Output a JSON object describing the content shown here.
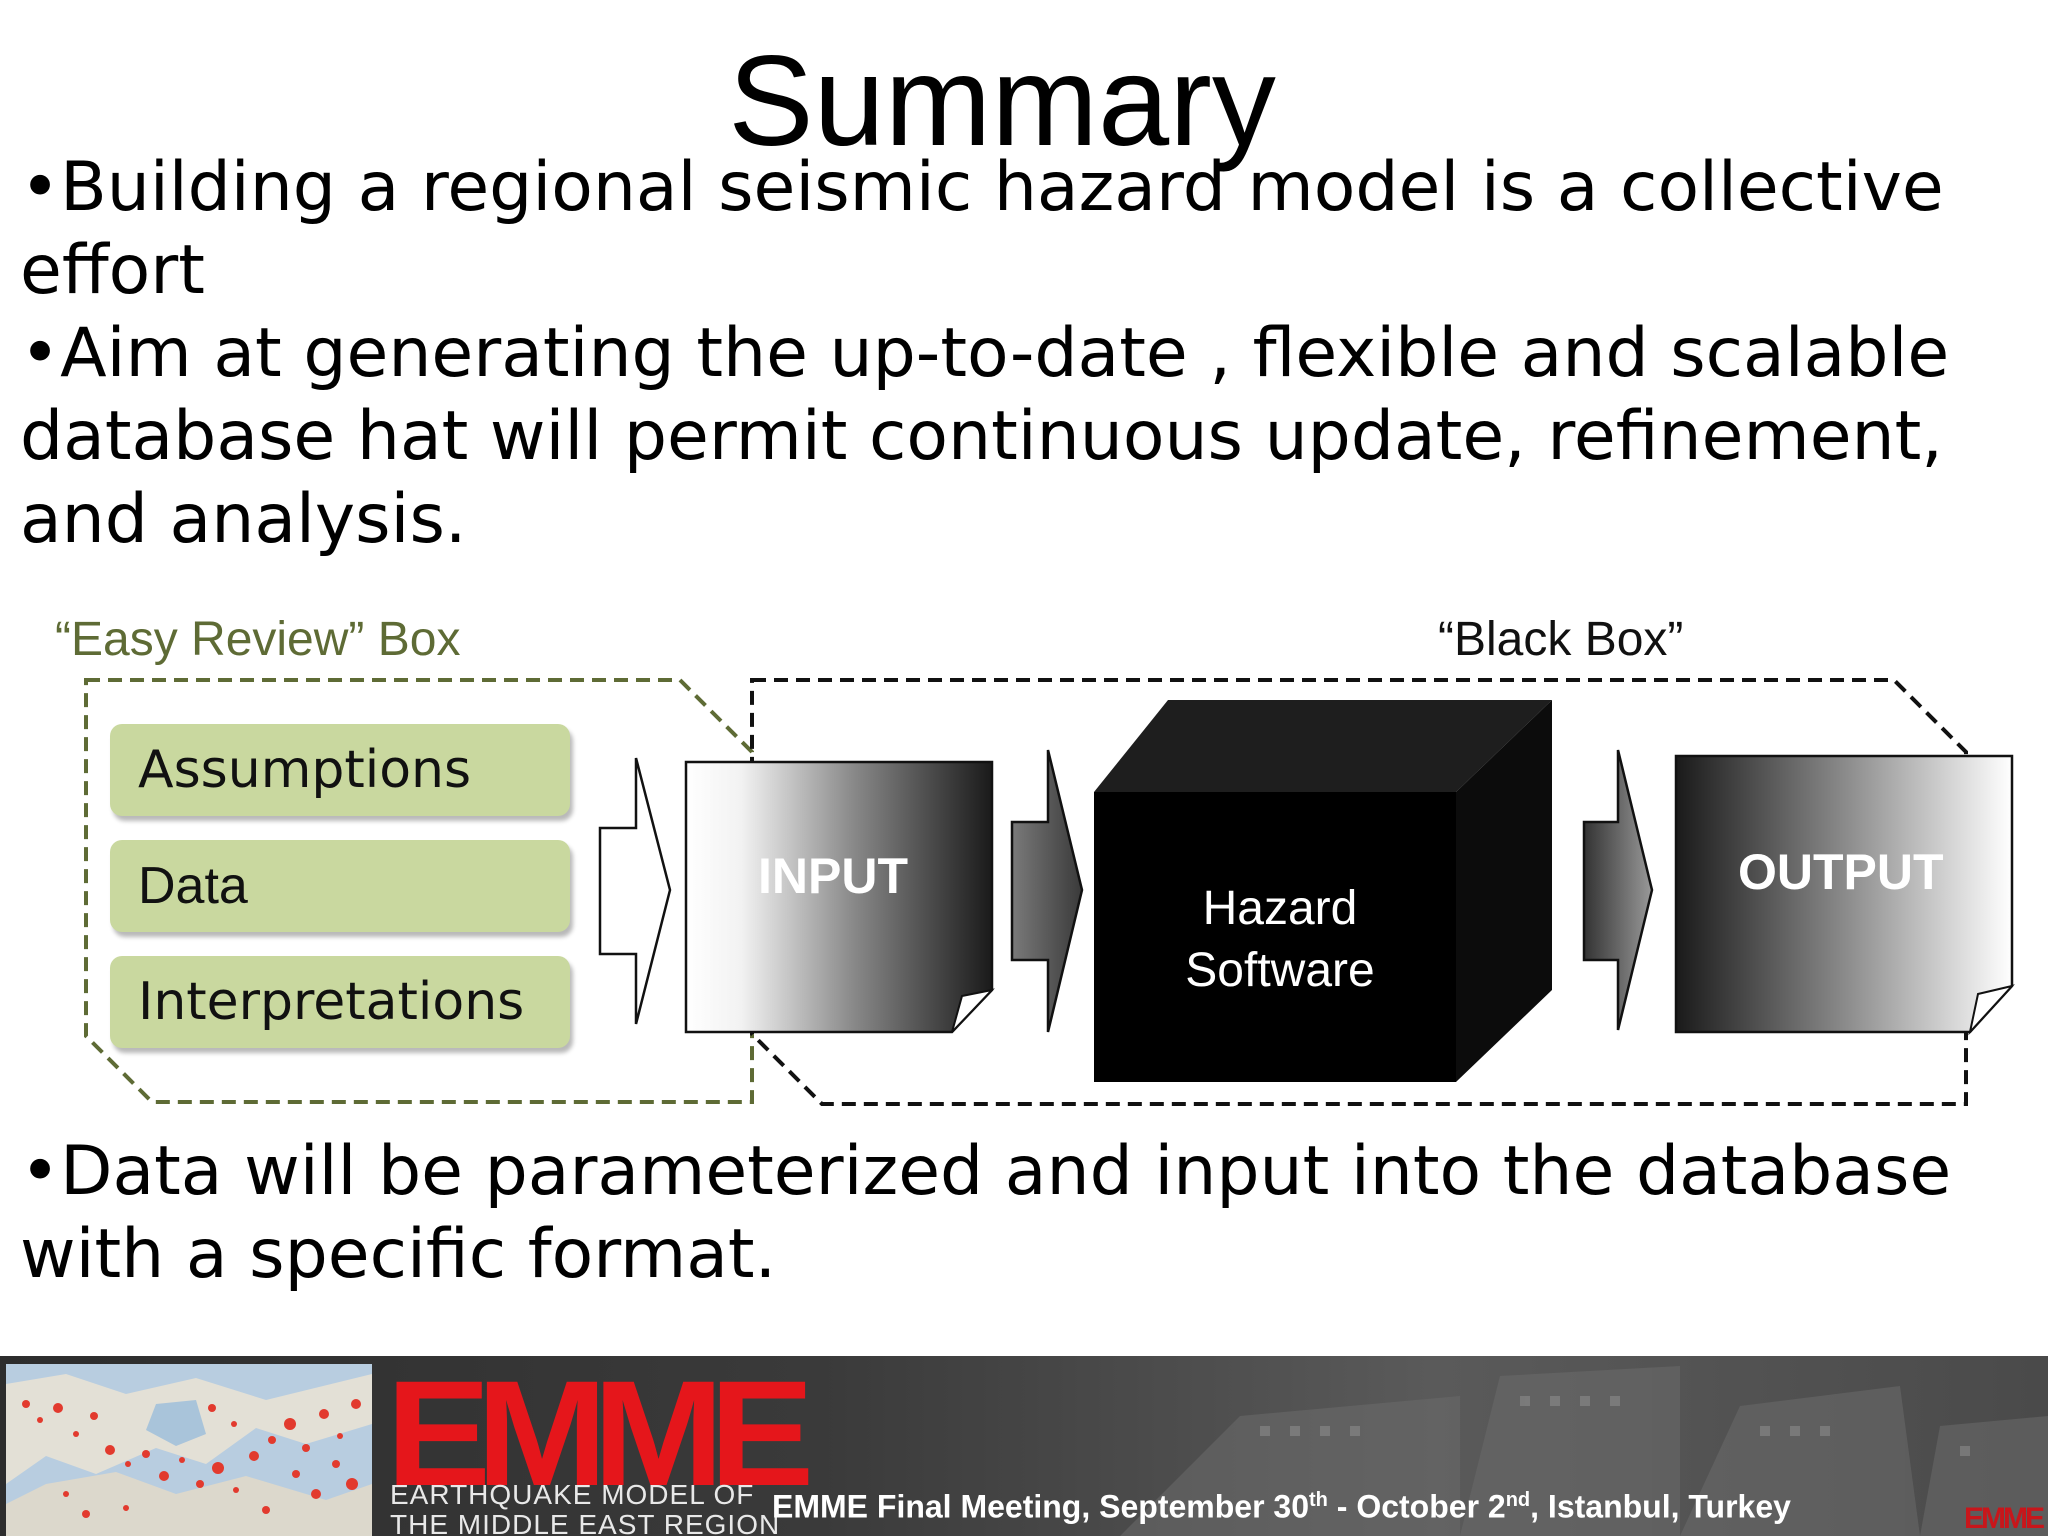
{
  "slide": {
    "title": "Summary",
    "bullets": [
      "•Building a regional seismic hazard model is a collective effort",
      "•Aim at generating the up-to-date , flexible and scalable database hat will permit continuous update, refinement, and analysis."
    ],
    "bottom_bullet": "•Data will be parameterized and input into the database with a specific format."
  },
  "diagram": {
    "easy_review_label": "“Easy Review”  Box",
    "black_box_label": "“Black Box”",
    "review_items": [
      "Assumptions",
      "Data",
      "Interpretations"
    ],
    "input_label": "INPUT",
    "software_label_line1": "Hazard",
    "software_label_line2": "Software",
    "output_label": "OUTPUT",
    "colors": {
      "easy_review_border": "#5e6b35",
      "pill_fill": "#c9d89f",
      "black_box_border": "#111111",
      "cube_fill": "#000000"
    }
  },
  "footer": {
    "logo_text": "EMME",
    "logo_subtitle_line1": "EARTHQUAKE MODEL OF",
    "logo_subtitle_line2": "THE MIDDLE EAST REGION",
    "meeting_prefix": "EMME Final Meeting, September 30",
    "meeting_sup1": "th",
    "meeting_middle": " - October 2",
    "meeting_sup2": "nd",
    "meeting_suffix": ", Istanbul, Turkey",
    "corner_logo": "EMME",
    "colors": {
      "logo_red": "#e5161b",
      "bar": "#3a3a3a"
    }
  }
}
